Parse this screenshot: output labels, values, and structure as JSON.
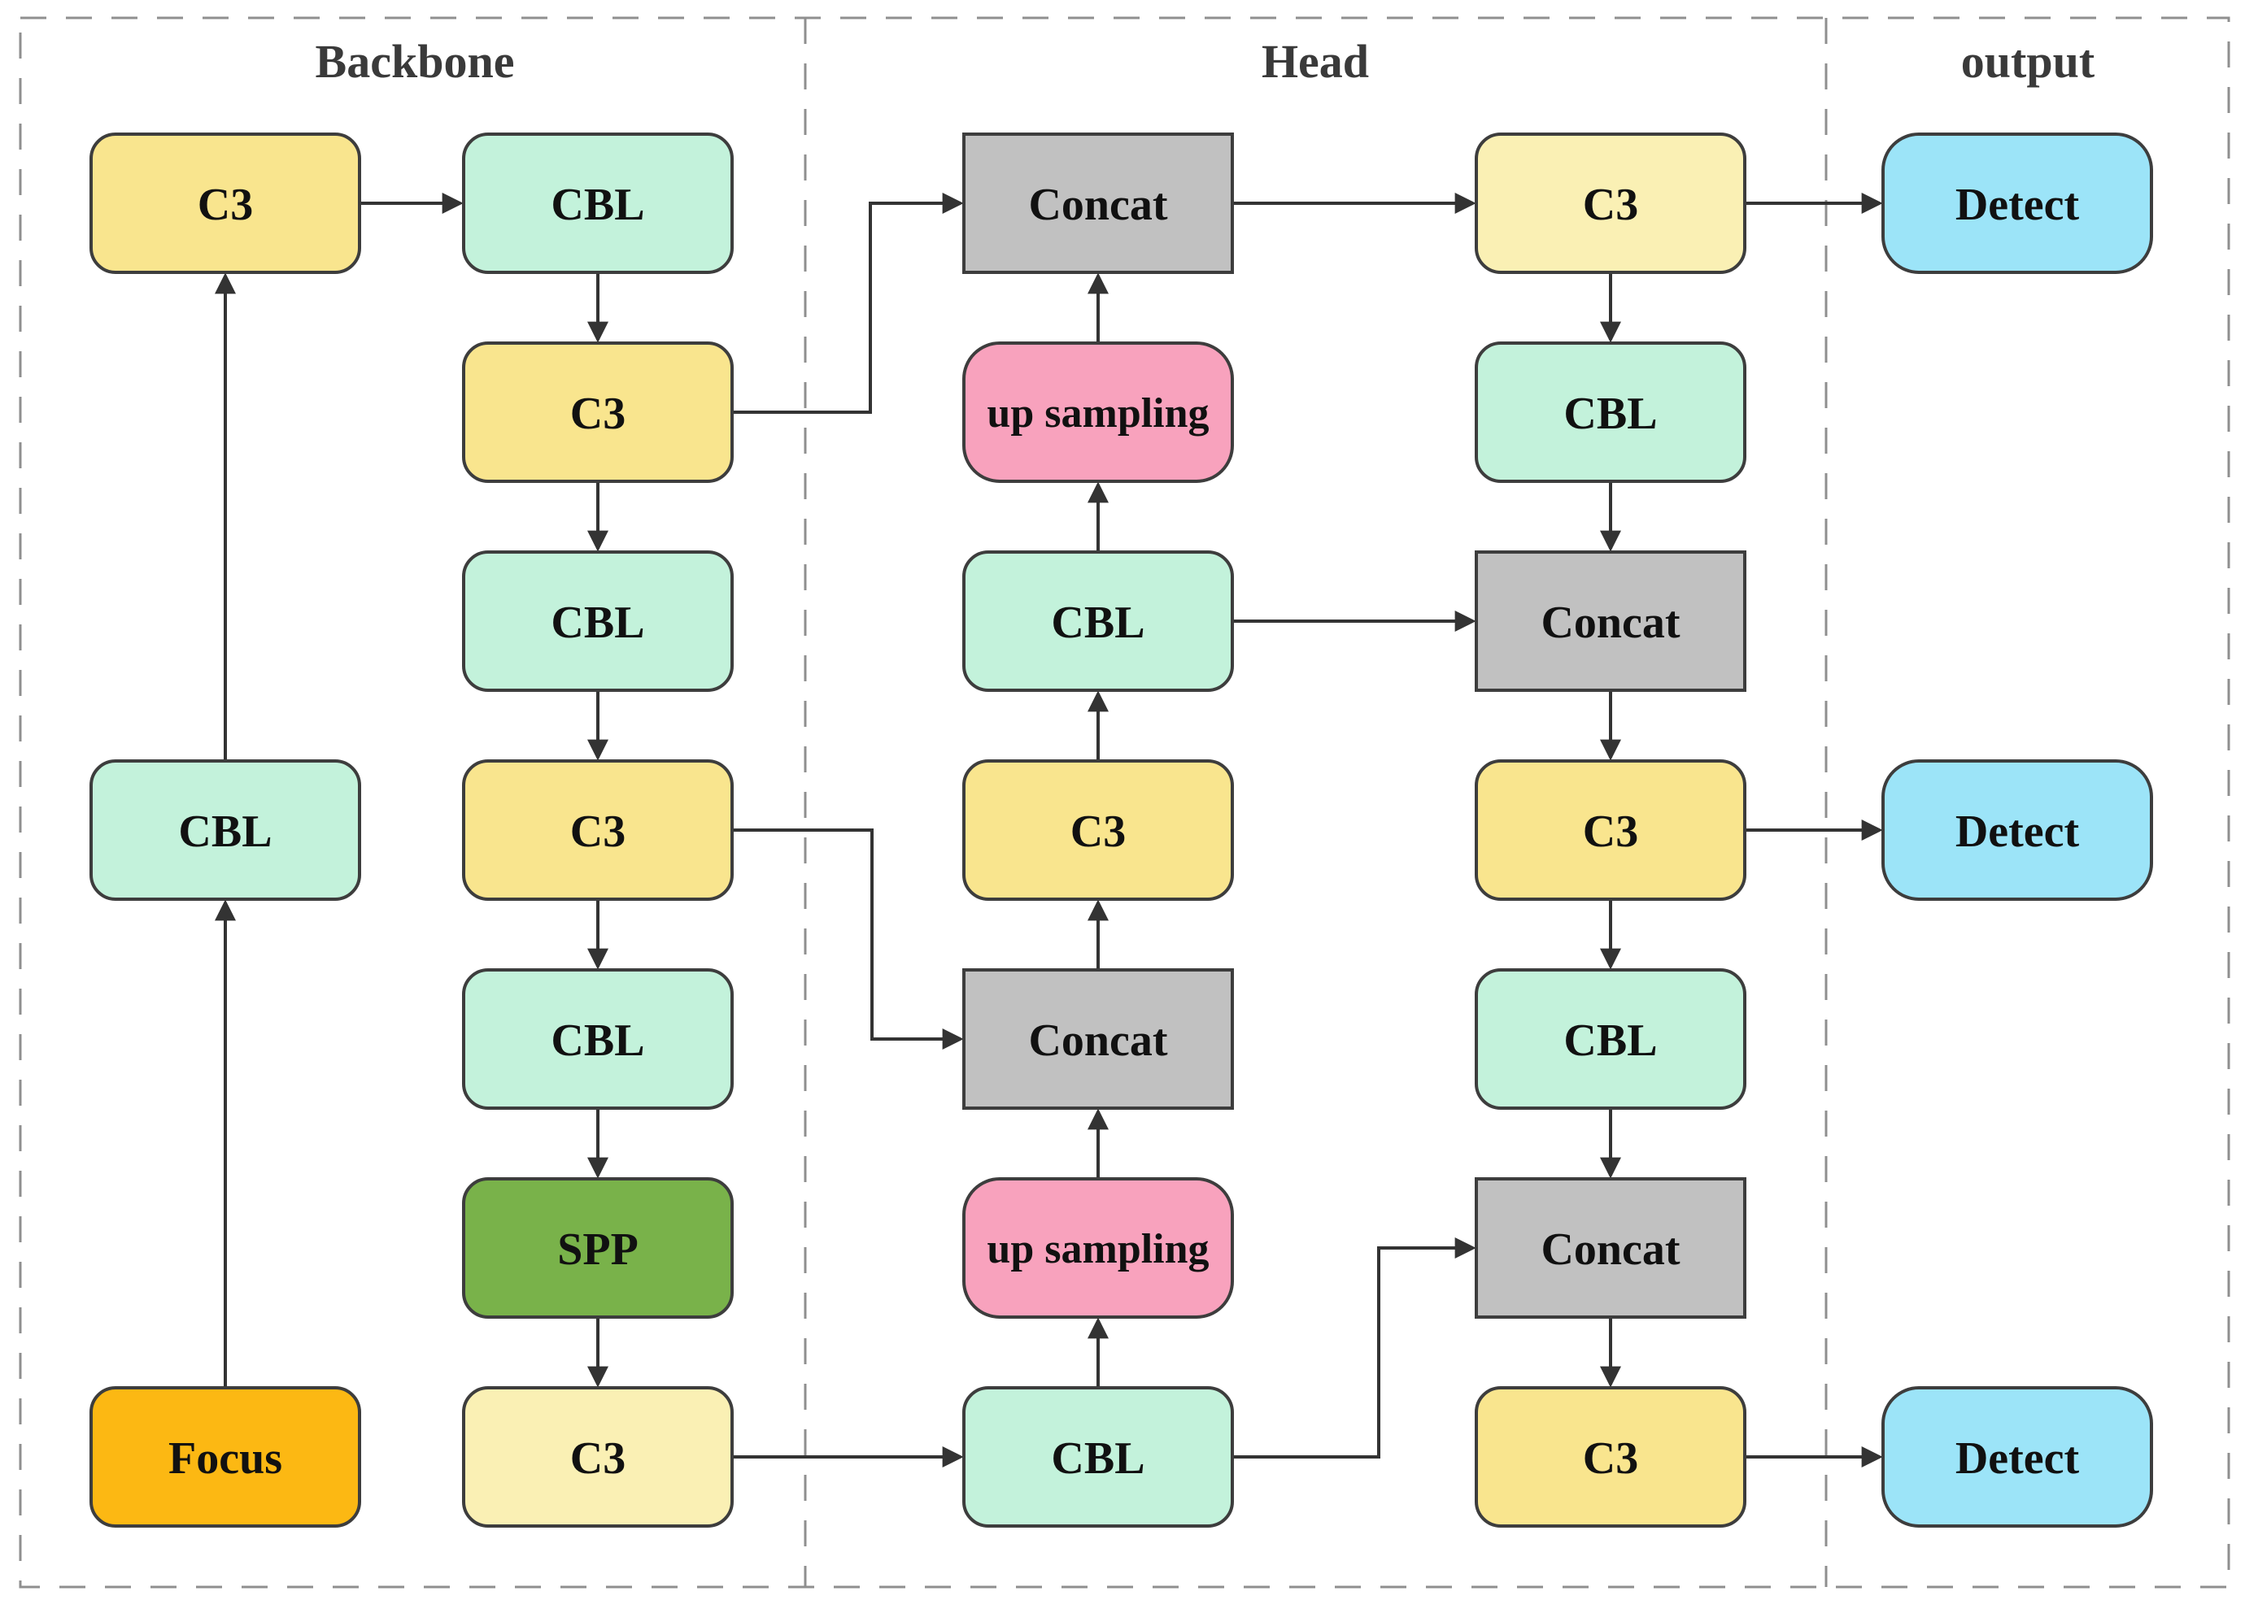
{
  "diagram": {
    "description": "YOLOv5-style object detection network architecture flow diagram"
  },
  "sections": {
    "backbone": {
      "label": "Backbone"
    },
    "head": {
      "label": "Head"
    },
    "output": {
      "label": "output"
    }
  },
  "colors": {
    "c3": "#F9E58E",
    "c3_pale": "#FAF0B4",
    "cbl": "#C3F2DB",
    "spp": "#79B24A",
    "focus": "#FCB813",
    "concat": "#C1C1C1",
    "upsampling": "#F8A2BD",
    "detect": "#9CE4F8",
    "box_border": "#3D3D3D",
    "edge": "#333333",
    "dashed_border": "#8F8F8F"
  },
  "nodes": {
    "bb_c3_top": {
      "label": "C3"
    },
    "bb_cbl_mid": {
      "label": "CBL"
    },
    "bb_focus": {
      "label": "Focus"
    },
    "bb2_cbl1": {
      "label": "CBL"
    },
    "bb2_c3_1": {
      "label": "C3"
    },
    "bb2_cbl2": {
      "label": "CBL"
    },
    "bb2_c3_2": {
      "label": "C3"
    },
    "bb2_cbl3": {
      "label": "CBL"
    },
    "bb2_spp": {
      "label": "SPP"
    },
    "bb2_c3_3": {
      "label": "C3"
    },
    "h1_concat1": {
      "label": "Concat"
    },
    "h1_up1": {
      "label": "up sampling"
    },
    "h1_cbl1": {
      "label": "CBL"
    },
    "h1_c3": {
      "label": "C3"
    },
    "h1_concat2": {
      "label": "Concat"
    },
    "h1_up2": {
      "label": "up sampling"
    },
    "h1_cbl2": {
      "label": "CBL"
    },
    "h2_c3_1": {
      "label": "C3"
    },
    "h2_cbl1": {
      "label": "CBL"
    },
    "h2_concat1": {
      "label": "Concat"
    },
    "h2_c3_2": {
      "label": "C3"
    },
    "h2_cbl2": {
      "label": "CBL"
    },
    "h2_concat2": {
      "label": "Concat"
    },
    "h2_c3_3": {
      "label": "C3"
    },
    "out_detect1": {
      "label": "Detect"
    },
    "out_detect2": {
      "label": "Detect"
    },
    "out_detect3": {
      "label": "Detect"
    }
  },
  "connections": [
    {
      "from": "bb_focus",
      "to": "bb_cbl_mid"
    },
    {
      "from": "bb_cbl_mid",
      "to": "bb_c3_top"
    },
    {
      "from": "bb_c3_top",
      "to": "bb2_cbl1"
    },
    {
      "from": "bb2_cbl1",
      "to": "bb2_c3_1"
    },
    {
      "from": "bb2_c3_1",
      "to": "bb2_cbl2"
    },
    {
      "from": "bb2_cbl2",
      "to": "bb2_c3_2"
    },
    {
      "from": "bb2_c3_2",
      "to": "bb2_cbl3"
    },
    {
      "from": "bb2_cbl3",
      "to": "bb2_spp"
    },
    {
      "from": "bb2_spp",
      "to": "bb2_c3_3"
    },
    {
      "from": "bb2_c3_1",
      "to": "h1_concat1",
      "style": "elbow"
    },
    {
      "from": "bb2_c3_2",
      "to": "h1_concat2",
      "style": "elbow"
    },
    {
      "from": "bb2_c3_3",
      "to": "h1_cbl2"
    },
    {
      "from": "h1_cbl2",
      "to": "h1_up2"
    },
    {
      "from": "h1_up2",
      "to": "h1_concat2"
    },
    {
      "from": "h1_concat2",
      "to": "h1_c3"
    },
    {
      "from": "h1_c3",
      "to": "h1_cbl1"
    },
    {
      "from": "h1_cbl1",
      "to": "h1_up1"
    },
    {
      "from": "h1_up1",
      "to": "h1_concat1"
    },
    {
      "from": "h1_concat1",
      "to": "h2_c3_1"
    },
    {
      "from": "h1_cbl1",
      "to": "h2_concat1"
    },
    {
      "from": "h1_cbl2",
      "to": "h2_concat2",
      "style": "elbow"
    },
    {
      "from": "h2_c3_1",
      "to": "h2_cbl1"
    },
    {
      "from": "h2_cbl1",
      "to": "h2_concat1"
    },
    {
      "from": "h2_concat1",
      "to": "h2_c3_2"
    },
    {
      "from": "h2_c3_2",
      "to": "h2_cbl2"
    },
    {
      "from": "h2_cbl2",
      "to": "h2_concat2"
    },
    {
      "from": "h2_concat2",
      "to": "h2_c3_3"
    },
    {
      "from": "h2_c3_1",
      "to": "out_detect1"
    },
    {
      "from": "h2_c3_2",
      "to": "out_detect2"
    },
    {
      "from": "h2_c3_3",
      "to": "out_detect3"
    }
  ]
}
